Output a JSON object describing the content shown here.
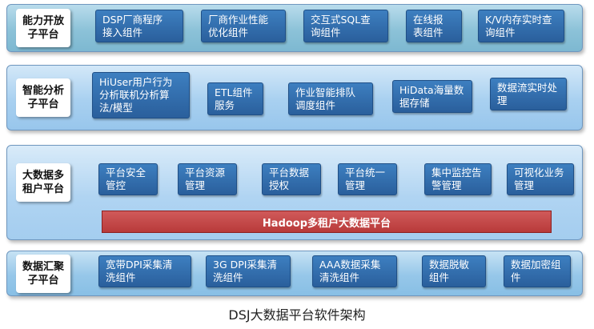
{
  "layers": {
    "capability": {
      "label": "能力开放\n子平台",
      "items": [
        "DSP厂商程序\n接入组件",
        "厂商作业性能\n优化组件",
        "交互式SQL查\n询组件",
        "在线报\n表组件",
        "K/V内存实时查\n询组件"
      ]
    },
    "intelligence": {
      "label": "智能分析\n子平台",
      "items": [
        "HiUser用户行为\n分析联机分析算\n法/模型",
        "ETL组件\n服务",
        "作业智能排队\n调度组件",
        "HiData海量数\n据存储",
        "数据流实时处理"
      ]
    },
    "multitenant": {
      "label": "大数据多\n租户平台",
      "items": [
        "平台安全\n管控",
        "平台资源\n管理",
        "平台数据\n授权",
        "平台统一\n管理",
        "集中监控告\n警管理",
        "可视化业务\n管理"
      ],
      "hadoop": "Hadoop多租户大数据平台"
    },
    "collection": {
      "label": "数据汇聚\n子平台",
      "items": [
        "宽带DPI采集清\n洗组件",
        "3G DPI采集清\n洗组件",
        "AAA数据采集\n清洗组件",
        "数据脱敏\n组件",
        "数据加密组\n件"
      ]
    }
  },
  "caption": "DSJ大数据平台软件架构"
}
